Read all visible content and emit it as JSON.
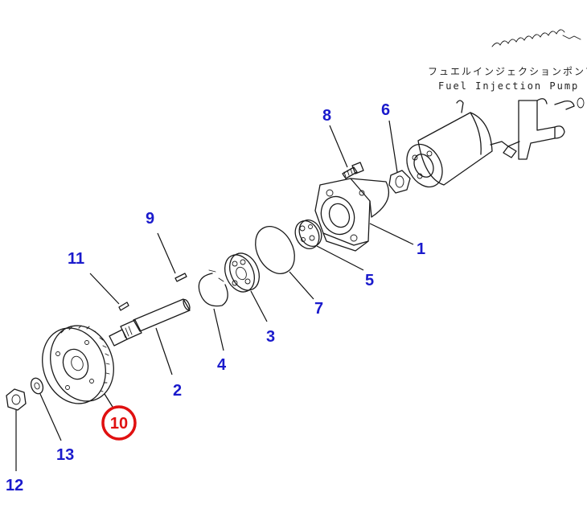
{
  "caption": {
    "japanese": "フュエルインジェクションポンプ",
    "english": "Fuel Injection Pump"
  },
  "colors": {
    "callout_text": "#1a1acc",
    "highlight_ring": "#e01010",
    "highlight_text": "#e01010",
    "drawing_line": "#1a1a1a"
  },
  "callouts": [
    {
      "id": "1",
      "label": "1",
      "part": "pump-housing"
    },
    {
      "id": "2",
      "label": "2",
      "part": "drive-shaft"
    },
    {
      "id": "3",
      "label": "3",
      "part": "bearing"
    },
    {
      "id": "4",
      "label": "4",
      "part": "snap-ring"
    },
    {
      "id": "5",
      "label": "5",
      "part": "coupling"
    },
    {
      "id": "6",
      "label": "6",
      "part": "nut"
    },
    {
      "id": "7",
      "label": "7",
      "part": "o-ring"
    },
    {
      "id": "8",
      "label": "8",
      "part": "bolt"
    },
    {
      "id": "9",
      "label": "9",
      "part": "key"
    },
    {
      "id": "10",
      "label": "10",
      "part": "drive-gear",
      "highlighted": true
    },
    {
      "id": "11",
      "label": "11",
      "part": "key"
    },
    {
      "id": "12",
      "label": "12",
      "part": "nut"
    },
    {
      "id": "13",
      "label": "13",
      "part": "washer"
    }
  ]
}
